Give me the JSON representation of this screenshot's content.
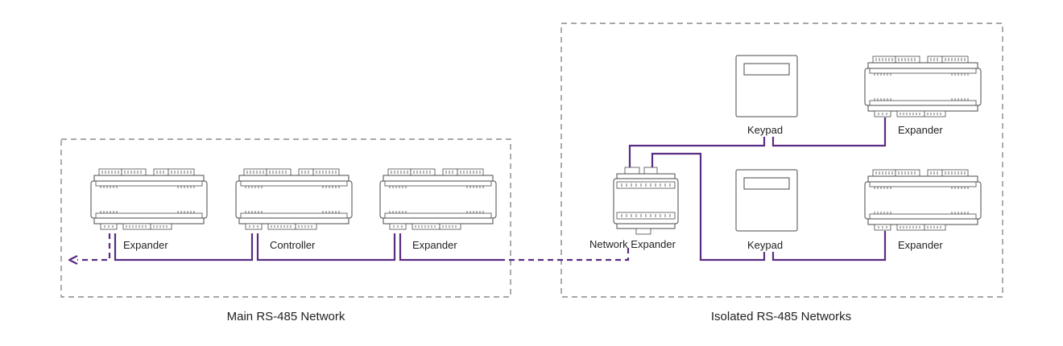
{
  "colors": {
    "wire": "#5b2c83",
    "boundary": "#8a8a8a",
    "device_stroke": "#4a4a4a"
  },
  "labels": {
    "main_expander_1": "Expander",
    "main_controller": "Controller",
    "main_expander_2": "Expander",
    "network_expander": "Network Expander",
    "keypad_top": "Keypad",
    "keypad_bottom": "Keypad",
    "iso_expander_top": "Expander",
    "iso_expander_bottom": "Expander"
  },
  "captions": {
    "main_network": "Main RS-485 Network",
    "isolated_networks": "Isolated RS-485 Networks"
  }
}
